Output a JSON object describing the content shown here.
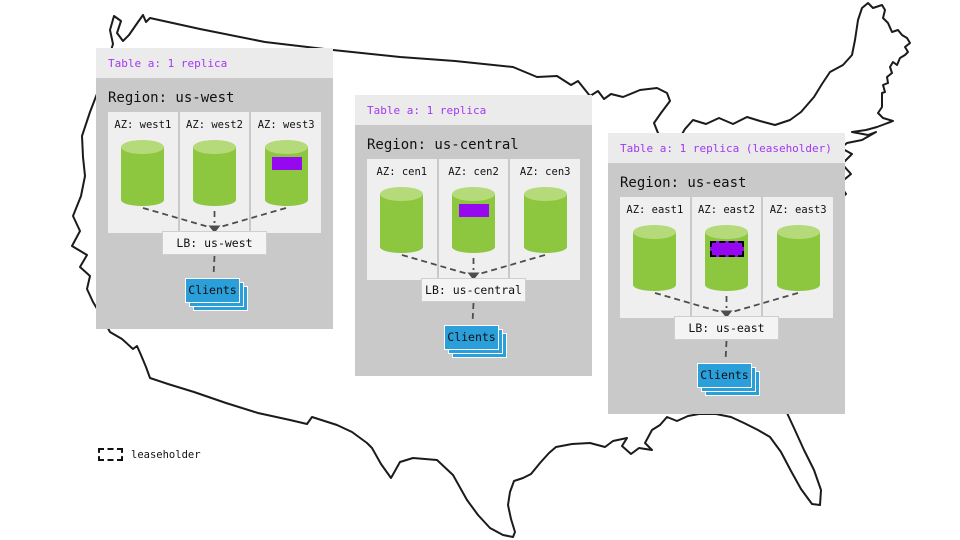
{
  "regions": [
    {
      "table_label": "Table a: 1 replica",
      "region_label": "Region: us-west",
      "azs": [
        {
          "label": "AZ: west1",
          "has_replica": false
        },
        {
          "label": "AZ: west2",
          "has_replica": false
        },
        {
          "label": "AZ: west3",
          "has_replica": true,
          "is_leaseholder": false
        }
      ],
      "lb_label": "LB: us-west",
      "clients_label": "Clients"
    },
    {
      "table_label": "Table a: 1 replica",
      "region_label": "Region: us-central",
      "azs": [
        {
          "label": "AZ: cen1",
          "has_replica": false
        },
        {
          "label": "AZ: cen2",
          "has_replica": true,
          "is_leaseholder": false
        },
        {
          "label": "AZ: cen3",
          "has_replica": false
        }
      ],
      "lb_label": "LB: us-central",
      "clients_label": "Clients"
    },
    {
      "table_label": "Table a: 1 replica (leaseholder)",
      "region_label": "Region: us-east",
      "azs": [
        {
          "label": "AZ: east1",
          "has_replica": false
        },
        {
          "label": "AZ: east2",
          "has_replica": true,
          "is_leaseholder": true
        },
        {
          "label": "AZ: east3",
          "has_replica": false
        }
      ],
      "lb_label": "LB: us-east",
      "clients_label": "Clients"
    }
  ],
  "legend": {
    "label": "leaseholder"
  },
  "colors": {
    "replica_purple": "#9608f0",
    "table_label_purple": "#a238f2",
    "cylinder_green": "#8dc63f",
    "cylinder_top_green": "#b5da79",
    "clients_blue": "#2b9fd9",
    "panel_header_bg": "#ebebeb",
    "panel_body_bg": "#c9c9c9",
    "az_box_bg": "#efefef",
    "lb_box_bg": "#f4f4f4",
    "map_outline": "#1b1b1b"
  }
}
